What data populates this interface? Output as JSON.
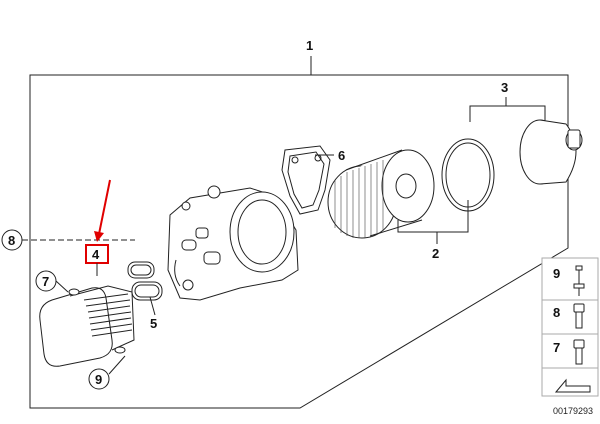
{
  "callouts": {
    "main_assembly": "1",
    "filter_element": "2",
    "filter_cap": "3",
    "oil_cooler_gasket": "4",
    "cooler_seal": "5",
    "housing_gasket": "6",
    "cooler_bolt": "7",
    "circle_8": "8",
    "circle_9": "9"
  },
  "side_panel": {
    "items": [
      "9",
      "8",
      "7"
    ]
  },
  "highlight": {
    "color": "#e00000",
    "label": "4"
  },
  "diagram_number": "00179293"
}
